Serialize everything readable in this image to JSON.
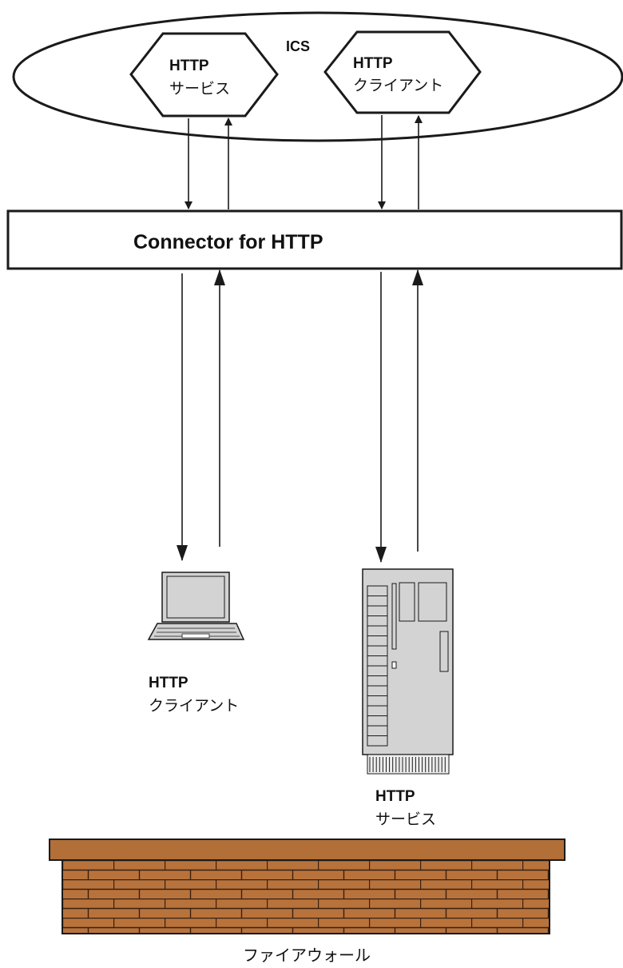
{
  "ics": {
    "label": "ICS",
    "http_service": {
      "line1": "HTTP",
      "line2": "サービス"
    },
    "http_client": {
      "line1": "HTTP",
      "line2": "クライアント"
    }
  },
  "connector": {
    "label": "Connector for HTTP"
  },
  "client": {
    "line1": "HTTP",
    "line2": "クライアント"
  },
  "server": {
    "line1": "HTTP",
    "line2": "サービス"
  },
  "firewall": {
    "label": "ファイアウォール"
  },
  "colors": {
    "brick": "#b8733c",
    "brick_cap": "#b26f38",
    "device": "#d3d3d3",
    "line": "#1a1a1a"
  }
}
